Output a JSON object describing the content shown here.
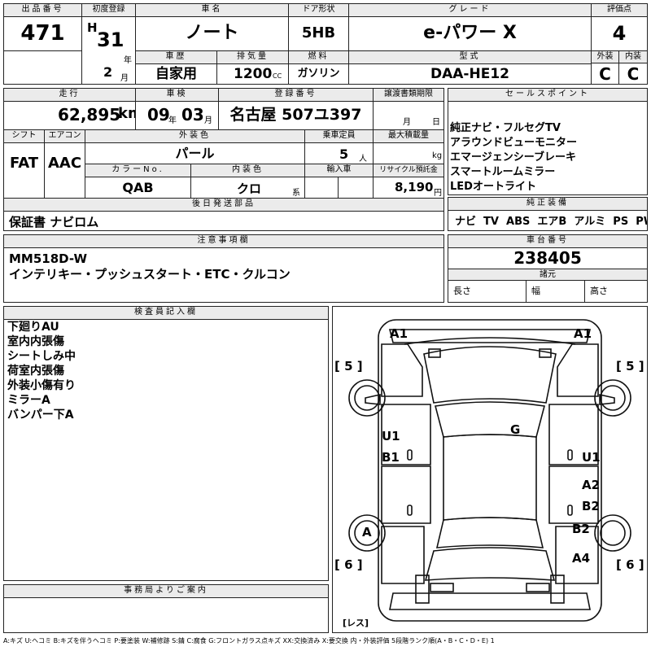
{
  "lot": {
    "header": "出品番号",
    "value": "471"
  },
  "first_reg": {
    "header": "初度登録",
    "era": "H",
    "year": "31",
    "year_unit": "年",
    "month": "2",
    "month_unit": "月"
  },
  "car_name": {
    "header": "車名",
    "value": "ノート"
  },
  "door": {
    "header": "ドア形状",
    "value": "5HB"
  },
  "grade": {
    "header": "グレード",
    "value": "e-パワー X"
  },
  "score": {
    "header": "評価点",
    "value": "4",
    "ext_header": "外装",
    "int_header": "内装",
    "ext": "C",
    "int": "C"
  },
  "history": {
    "header": "車歴",
    "value": "自家用"
  },
  "displacement": {
    "header": "排気量",
    "value": "1200",
    "unit": "CC"
  },
  "fuel": {
    "header": "燃料",
    "value": "ガソリン"
  },
  "model": {
    "header": "型式",
    "value": "DAA-HE12"
  },
  "mileage": {
    "header": "走行",
    "value": "62,895",
    "unit": "km"
  },
  "inspection": {
    "header": "車検",
    "year": "09",
    "year_unit": "年",
    "month": "03",
    "month_unit": "月"
  },
  "plate": {
    "header": "登録番号",
    "value": "名古屋 507ユ397"
  },
  "transfer": {
    "header": "譲渡書類期限",
    "month_unit": "月",
    "day_unit": "日"
  },
  "shift": {
    "header": "シフト",
    "value": "FAT"
  },
  "aircon": {
    "header": "エアコン",
    "value": "AAC"
  },
  "ext_color": {
    "header": "外装色",
    "value": "パール"
  },
  "capacity": {
    "header": "乗車定員",
    "value": "5",
    "unit": "人"
  },
  "load": {
    "header": "最大積載量",
    "value": "",
    "unit": "kg"
  },
  "color_no": {
    "header": "カラーNo.",
    "value": "QAB"
  },
  "int_color": {
    "header": "内装色",
    "value": "クロ",
    "unit": "系"
  },
  "import": {
    "header": "輸入車",
    "value": ""
  },
  "recycle": {
    "header": "リサイクル預託金",
    "value": "8,190",
    "unit": "円"
  },
  "sales_points": {
    "header": "セールスポイント",
    "items": [
      "純正ナビ・フルセグTV",
      "アラウンドビューモニター",
      "エマージェンシーブレーキ",
      "スマートルームミラー",
      "LEDオートライト"
    ]
  },
  "later_parts": {
    "header": "後日発送部品",
    "value": "保証書 ナビロム"
  },
  "genuine": {
    "header": "純正装備",
    "value": "ナビ  TV  ABS  エアB  アルミ  PS  PW"
  },
  "notes": {
    "header": "注意事項欄",
    "lines": [
      "MM518D-W",
      "インテリキー・プッシュスタート・ETC・クルコン"
    ]
  },
  "chassis": {
    "header": "車台番号",
    "value": "238405"
  },
  "specs": {
    "header": "諸元",
    "length": "長さ",
    "width": "幅",
    "height": "高さ"
  },
  "inspector": {
    "header": "検査員記入欄",
    "lines": [
      "下廻りAU",
      "室内内張傷",
      "シートしみ中",
      "荷室内張傷",
      "外装小傷有り",
      "ミラーA",
      "バンパー下A"
    ]
  },
  "diagram": {
    "labels": {
      "a1_left": "A1",
      "a1_right": "A1",
      "tire_fl": "[ 5 ]",
      "tire_fr": "[ 5 ]",
      "tire_rl": "[ 6 ]",
      "tire_rr": "[ 6 ]",
      "g": "G",
      "u1_left": "U1",
      "b1_left": "B1",
      "u1_right": "U1",
      "a2": "A2",
      "b2_right": "B2",
      "a_wheel": "A",
      "b2_rear": "B2",
      "a4": "A4",
      "less": "[レス]"
    }
  },
  "office": {
    "header": "事務局よりご案内",
    "value": ""
  },
  "legend": {
    "value": "A:キズ  U:ヘコミ  B:キズを伴うヘコミ  P:要塗装  W:補修跡  S:錆  C:腐食  G:フロントガラス点キズ  XX:交換済み  X:要交換   内・外装評価  5段階ランク順(A・B・C・D・E) 1"
  }
}
